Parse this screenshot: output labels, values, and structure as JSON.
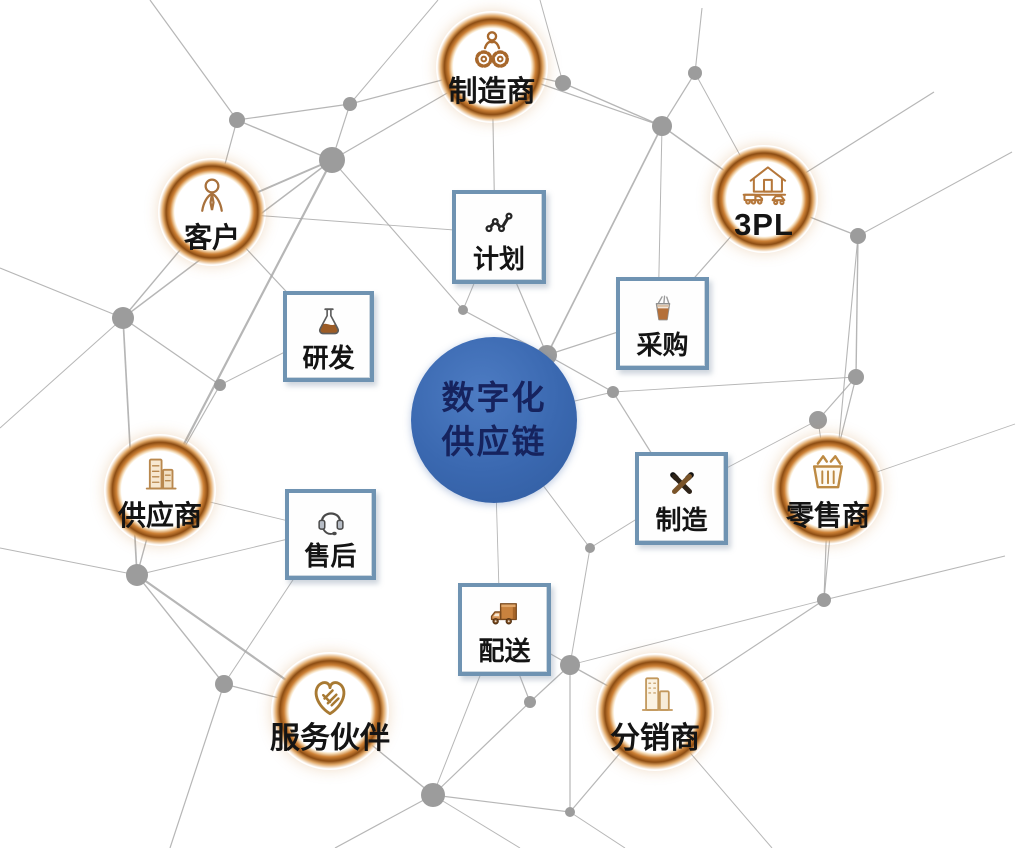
{
  "diagram": {
    "center": {
      "line1": "数字化",
      "line2": "供应链"
    },
    "outer_nodes": [
      {
        "id": "manufacturer",
        "label": "制造商",
        "icon": "robot-gears-icon"
      },
      {
        "id": "3pl",
        "label": "3PL",
        "icon": "warehouse-logistics-icon"
      },
      {
        "id": "customer",
        "label": "客户",
        "icon": "person-icon"
      },
      {
        "id": "supplier",
        "label": "供应商",
        "icon": "buildings-icon"
      },
      {
        "id": "retailer",
        "label": "零售商",
        "icon": "shopping-basket-icon"
      },
      {
        "id": "service-partner",
        "label": "服务伙伴",
        "icon": "heart-handshake-icon"
      },
      {
        "id": "distributor",
        "label": "分销商",
        "icon": "buildings-icon"
      }
    ],
    "inner_nodes": [
      {
        "id": "plan",
        "label": "计划",
        "icon": "node-graph-icon"
      },
      {
        "id": "procurement",
        "label": "采购",
        "icon": "procurement-cart-icon"
      },
      {
        "id": "rnd",
        "label": "研发",
        "icon": "flask-icon"
      },
      {
        "id": "manufacture",
        "label": "制造",
        "icon": "crossed-tools-icon"
      },
      {
        "id": "after-sales",
        "label": "售后",
        "icon": "headset-icon"
      },
      {
        "id": "delivery",
        "label": "配送",
        "icon": "delivery-truck-icon"
      }
    ],
    "colors": {
      "center_fill": "#3a68b0",
      "center_text": "#16235e",
      "ring_bronze": "#b5661f",
      "square_border": "#6f93b2",
      "mesh_gray": "#a5a5a5",
      "label_text": "#141414"
    }
  }
}
